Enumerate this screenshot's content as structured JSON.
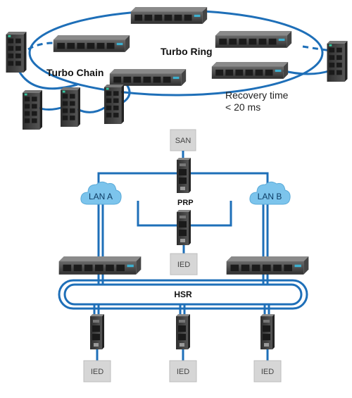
{
  "top": {
    "turbo_chain_label": "Turbo Chain",
    "turbo_ring_label": "Turbo Ring",
    "recovery_line1": "Recovery time",
    "recovery_line2": "< 20 ms"
  },
  "bottom": {
    "san_label": "SAN",
    "lan_a_label": "LAN A",
    "lan_b_label": "LAN B",
    "prp_label": "PRP",
    "hsr_label": "HSR",
    "ied_prp_label": "IED",
    "ied_labels": [
      "IED",
      "IED",
      "IED"
    ]
  },
  "colors": {
    "link_blue": "#1e6fb8",
    "cloud_blue": "#7cc4ec",
    "device_dark": "#3b3b3b",
    "device_gray": "#5a5a5a",
    "box_gray": "#d6d6d6"
  }
}
